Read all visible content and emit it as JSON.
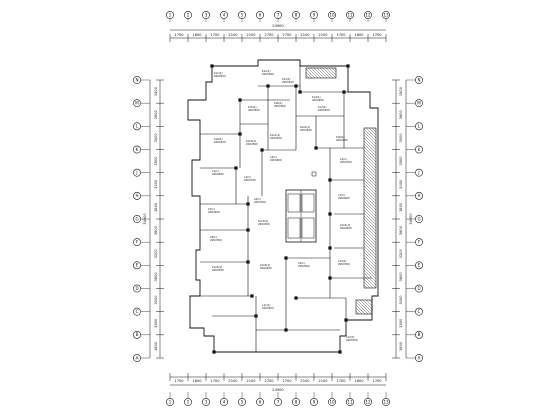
{
  "drawing": {
    "top_total": "24900",
    "bottom_total": "24900",
    "left_total": "34900",
    "right_total": "34900",
    "top_dims": [
      "1700",
      "1800",
      "1700",
      "2100",
      "2100",
      "2700",
      "2700",
      "2100",
      "2100",
      "1700",
      "1800",
      "1700"
    ],
    "bottom_dims": [
      "1700",
      "1800",
      "1700",
      "2100",
      "2100",
      "2700",
      "2700",
      "2100",
      "2100",
      "1700",
      "1800",
      "1700"
    ],
    "left_dims": [
      "1500",
      "3600",
      "3000",
      "3500",
      "3000",
      "1800",
      "3600",
      "3200",
      "3600",
      "3000",
      "3500",
      "1800"
    ],
    "right_dims": [
      "1500",
      "3600",
      "3000",
      "3500",
      "3000",
      "1800",
      "3600",
      "3200",
      "3600",
      "3000",
      "3500",
      "1800"
    ],
    "top_axes": [
      "1",
      "2",
      "3",
      "4",
      "5",
      "6",
      "7",
      "8",
      "9",
      "10",
      "11",
      "12",
      "13"
    ],
    "bottom_axes": [
      "1",
      "2",
      "3",
      "4",
      "5",
      "6",
      "7",
      "8",
      "9",
      "10",
      "11",
      "12",
      "13"
    ],
    "left_axes": [
      "N",
      "M",
      "L",
      "K",
      "J",
      "H",
      "G",
      "F",
      "E",
      "D",
      "C",
      "B",
      "A"
    ],
    "right_axes": [
      "N",
      "M",
      "L",
      "K",
      "J",
      "H",
      "G",
      "F",
      "E",
      "D",
      "C",
      "B",
      "A"
    ],
    "beam_notes": [
      "KL1(2) 200X450",
      "KL2(1) 200X500",
      "KL3(2) 200X450",
      "KL4(1) 200X400",
      "KL5(2) 200X450",
      "KL6(1) 200X500",
      "KL7(2) 200X450",
      "KL8(1) 200X400",
      "KL9(2) 200X450",
      "KL10(1) 200X500",
      "KL11(2) 200X450",
      "KL12(1) 200X400",
      "L1(1) 200X400",
      "L2(1) 200X350",
      "L3(1) 200X400",
      "L4(1) 200X350",
      "L5(1) 200X400",
      "L6(1) 200X350",
      "L7(1) 200X400",
      "L8(1) 200X350",
      "KL13(2) 200X450",
      "KL14(1) 200X500",
      "KL15(2) 200X450",
      "KL16(1) 200X400",
      "L9(1) 200X400",
      "L10(1) 200X350",
      "L11(1) 200X400",
      "L12(1) 200X350"
    ]
  }
}
